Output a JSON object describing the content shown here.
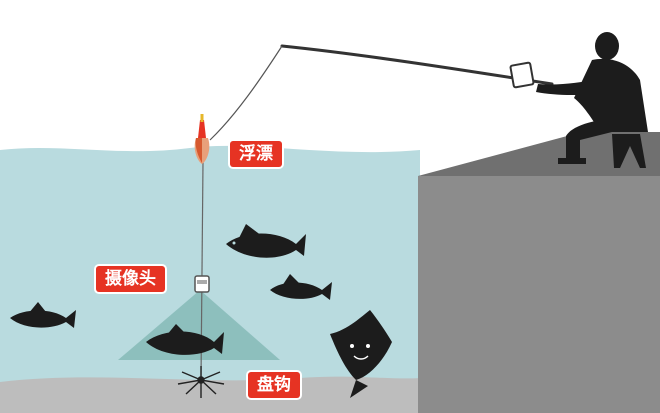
{
  "labels": {
    "float": "浮漂",
    "camera": "摄像头",
    "hook": "盘钩"
  },
  "colors": {
    "label_bg": "#e63323",
    "label_text": "#ffffff",
    "water": "#b9dbdf",
    "cliff_top": "#707070",
    "cliff_face": "#8c8c8c",
    "silhouette": "#1c1c1c",
    "camera_beam": "#7fb5b1",
    "seabed": "#bdbdbd"
  },
  "icons": [
    "angler-silhouette",
    "fishing-rod",
    "float-icon",
    "camera-icon",
    "hook-icon",
    "fish-silhouette"
  ]
}
